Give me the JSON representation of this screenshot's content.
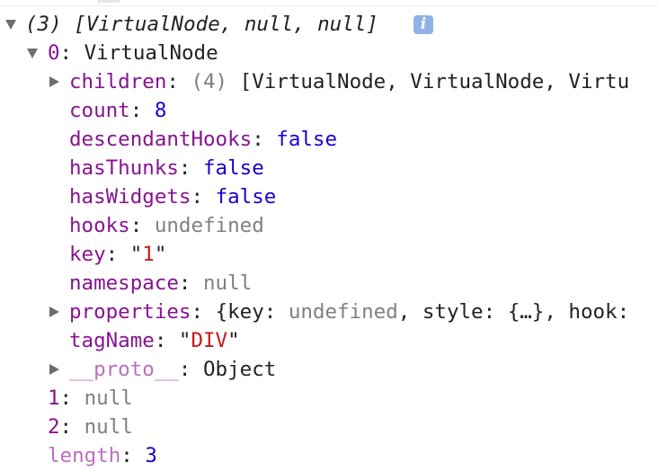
{
  "array_header": {
    "count": "(3)",
    "preview": "[VirtualNode, null, null]",
    "info_icon": "info-icon",
    "info_glyph": "i"
  },
  "item0": {
    "key": "0",
    "type": "VirtualNode",
    "props": {
      "children": {
        "key": "children",
        "count": "(4)",
        "preview": "[VirtualNode, VirtualNode, Virtu"
      },
      "count": {
        "key": "count",
        "value": "8"
      },
      "descendantHooks": {
        "key": "descendantHooks",
        "value": "false"
      },
      "hasThunks": {
        "key": "hasThunks",
        "value": "false"
      },
      "hasWidgets": {
        "key": "hasWidgets",
        "value": "false"
      },
      "hooks": {
        "key": "hooks",
        "value": "undefined"
      },
      "key": {
        "key": "key",
        "value": "1"
      },
      "namespace": {
        "key": "namespace",
        "value": "null"
      },
      "properties": {
        "key": "properties",
        "open": "{",
        "k1": "key",
        "v1": "undefined",
        "k2": "style",
        "v2": "{…}",
        "k3": "hook"
      },
      "tagName": {
        "key": "tagName",
        "value": "DIV"
      },
      "proto": {
        "key": "__proto__",
        "value": "Object"
      }
    }
  },
  "item1": {
    "key": "1",
    "value": "null"
  },
  "item2": {
    "key": "2",
    "value": "null"
  },
  "length": {
    "key": "length",
    "value": "3"
  },
  "colors": {
    "property_key": "#881391",
    "keyword_value": "#1c00cf",
    "string_value": "#c41a16",
    "nullish_value": "#808080",
    "info_badge": "#8fb2e8"
  }
}
